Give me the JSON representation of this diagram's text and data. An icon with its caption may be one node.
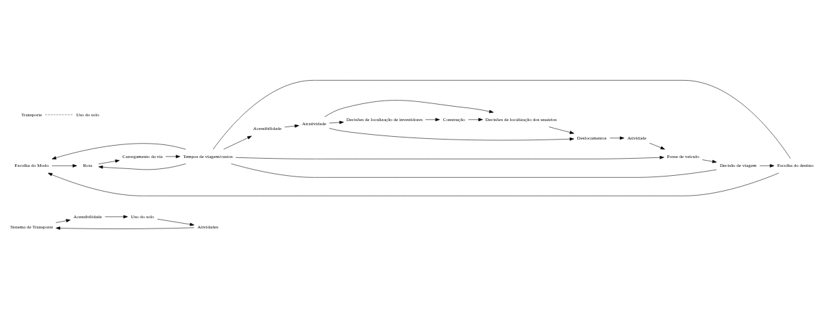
{
  "diagram": {
    "nodes": [
      {
        "text": [
          "Sistema de Transporte"
        ]
      },
      {
        "text": [
          "Acessibilidade"
        ]
      },
      {
        "text": [
          "Uso do solo"
        ]
      },
      {
        "text": [
          "Atividades"
        ]
      },
      {
        "text": [
          "Escolha do Modo"
        ]
      },
      {
        "text": [
          "Rota"
        ]
      },
      {
        "text": [
          "Escolha do destino"
        ]
      },
      {
        "text": [
          "Carregamento da via"
        ]
      },
      {
        "text": [
          "Decisão de viagem"
        ]
      },
      {
        "text": [
          "Tempos de viagem/custos"
        ]
      },
      {
        "text": [
          "Posse de veículo"
        ]
      },
      {
        "text": [
          "Acessibilidade"
        ]
      },
      {
        "text": [
          "Atividade"
        ]
      },
      {
        "text": [
          "Deslocamentos"
        ]
      },
      {
        "text": [
          "Atratividade"
        ]
      },
      {
        "text": [
          "Decisões de localização de investidores"
        ]
      },
      {
        "text": [
          "Decisões de localização dos usuários"
        ]
      },
      {
        "text": [
          "Construção"
        ]
      }
    ],
    "edges": [
      {
        "from": 0,
        "to": 1,
        "arrow": "to"
      },
      {
        "from": 1,
        "to": 2,
        "arrow": "to"
      },
      {
        "from": 2,
        "to": 3,
        "arrow": "to"
      },
      {
        "from": 3,
        "to": 0,
        "arrow": "to"
      },
      {
        "from": 4,
        "to": 5,
        "arrow": "to"
      },
      {
        "from": 6,
        "to": 4,
        "arrow": "to"
      },
      {
        "from": 5,
        "to": 7,
        "arrow": "to"
      },
      {
        "from": 7,
        "to": 9,
        "arrow": "to"
      },
      {
        "from": 9,
        "to": 5,
        "arrow": "to"
      },
      {
        "from": 9,
        "to": 4,
        "arrow": "to"
      },
      {
        "from": 9,
        "to": 6,
        "arrow": "none"
      },
      {
        "from": 9,
        "to": 8,
        "arrow": "none"
      },
      {
        "from": 9,
        "to": 10,
        "arrow": "to"
      },
      {
        "from": 8,
        "to": 6,
        "arrow": "to"
      },
      {
        "from": 10,
        "to": 8,
        "arrow": "to"
      },
      {
        "from": 12,
        "to": 10,
        "arrow": "to"
      },
      {
        "from": 13,
        "to": 12,
        "arrow": "to"
      },
      {
        "from": 9,
        "to": 11,
        "arrow": "to"
      },
      {
        "from": 11,
        "to": 14,
        "arrow": "to"
      },
      {
        "from": 14,
        "to": 15,
        "arrow": "to"
      },
      {
        "from": 14,
        "to": 13,
        "arrow": "to"
      },
      {
        "from": 14,
        "to": 16,
        "arrow": "to"
      },
      {
        "from": 15,
        "to": 17,
        "arrow": "to"
      },
      {
        "from": 17,
        "to": 16,
        "arrow": "to"
      },
      {
        "from": 16,
        "to": 13,
        "arrow": "to"
      }
    ],
    "labels": [
      "Transporte",
      "Uso do solo"
    ]
  }
}
